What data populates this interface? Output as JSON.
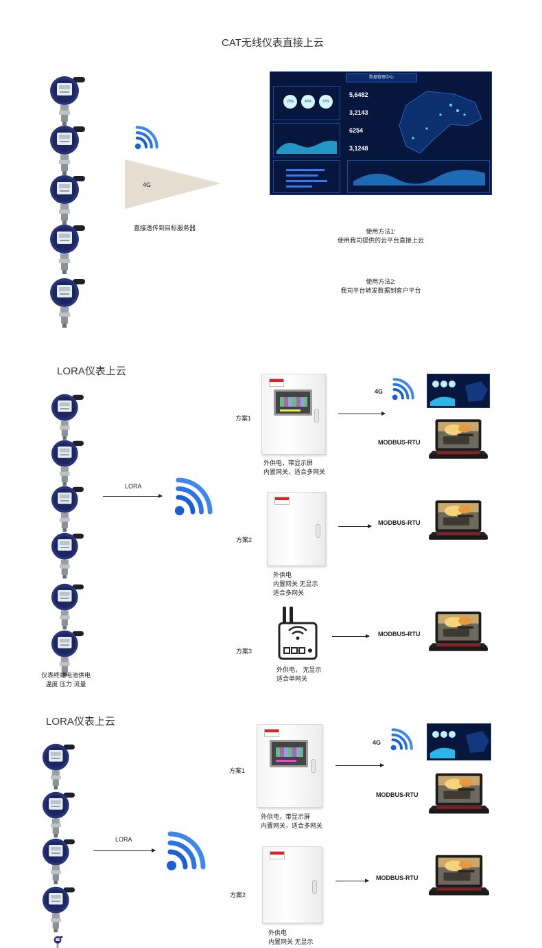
{
  "section1": {
    "title": "CAT无线仪表直接上云",
    "arrow_label": "4G",
    "caption": "直接透传到目标服务器",
    "method1_line1": "使用方法1:",
    "method1_line2": "使用我司提供的云平台直接上云",
    "method2_line1": "使用方法2:",
    "method2_line2": "我司平台转发数据到客户平台",
    "dashboard": {
      "header": "数据管理中心",
      "gauges": [
        "23%",
        "40%",
        "37%"
      ],
      "stats": [
        "5,6482",
        "3,2143",
        "6254",
        "3,1248"
      ]
    }
  },
  "section2": {
    "title": "LORA仪表上云",
    "lora_label": "LORA",
    "terminal_caption_line1": "仪表终端电池供电",
    "terminal_caption_line2": "温度 压力 流量",
    "plan1": "方案1",
    "plan2": "方案2",
    "plan3": "方案3",
    "plan1_caption_line1": "外供电，带显示屏",
    "plan1_caption_line2": "内置网关，适合多网关",
    "plan2_caption_line1": "外供电",
    "plan2_caption_line2": "内置网关 无显示",
    "plan2_caption_line3": "适合多网关",
    "plan3_caption_line1": "外供电， 无显示",
    "plan3_caption_line2": "适合单网关",
    "net_4g": "4G",
    "modbus1": "MODBUS-RTU",
    "modbus2": "MODBUS-RTU",
    "modbus3": "MODBUS-RTU"
  },
  "section3": {
    "title": "LORA仪表上云",
    "lora_label": "LORA",
    "plan1": "方案1",
    "plan2": "方案2",
    "plan1_caption_line1": "外供电，带显示屏",
    "plan1_caption_line2": "内置网关，适合多网关",
    "plan2_caption_line1": "外供电",
    "plan2_caption_line2": "内置网关 无显示",
    "net_4g": "4G",
    "modbus1": "MODBUS-RTU",
    "modbus2": "MODBUS-RTU"
  },
  "colors": {
    "wifi_blue": "#1a5fd6",
    "gauge_navy": "#23306b",
    "dashboard_bg": "#06163d",
    "funnel": "#e4ddd0"
  }
}
